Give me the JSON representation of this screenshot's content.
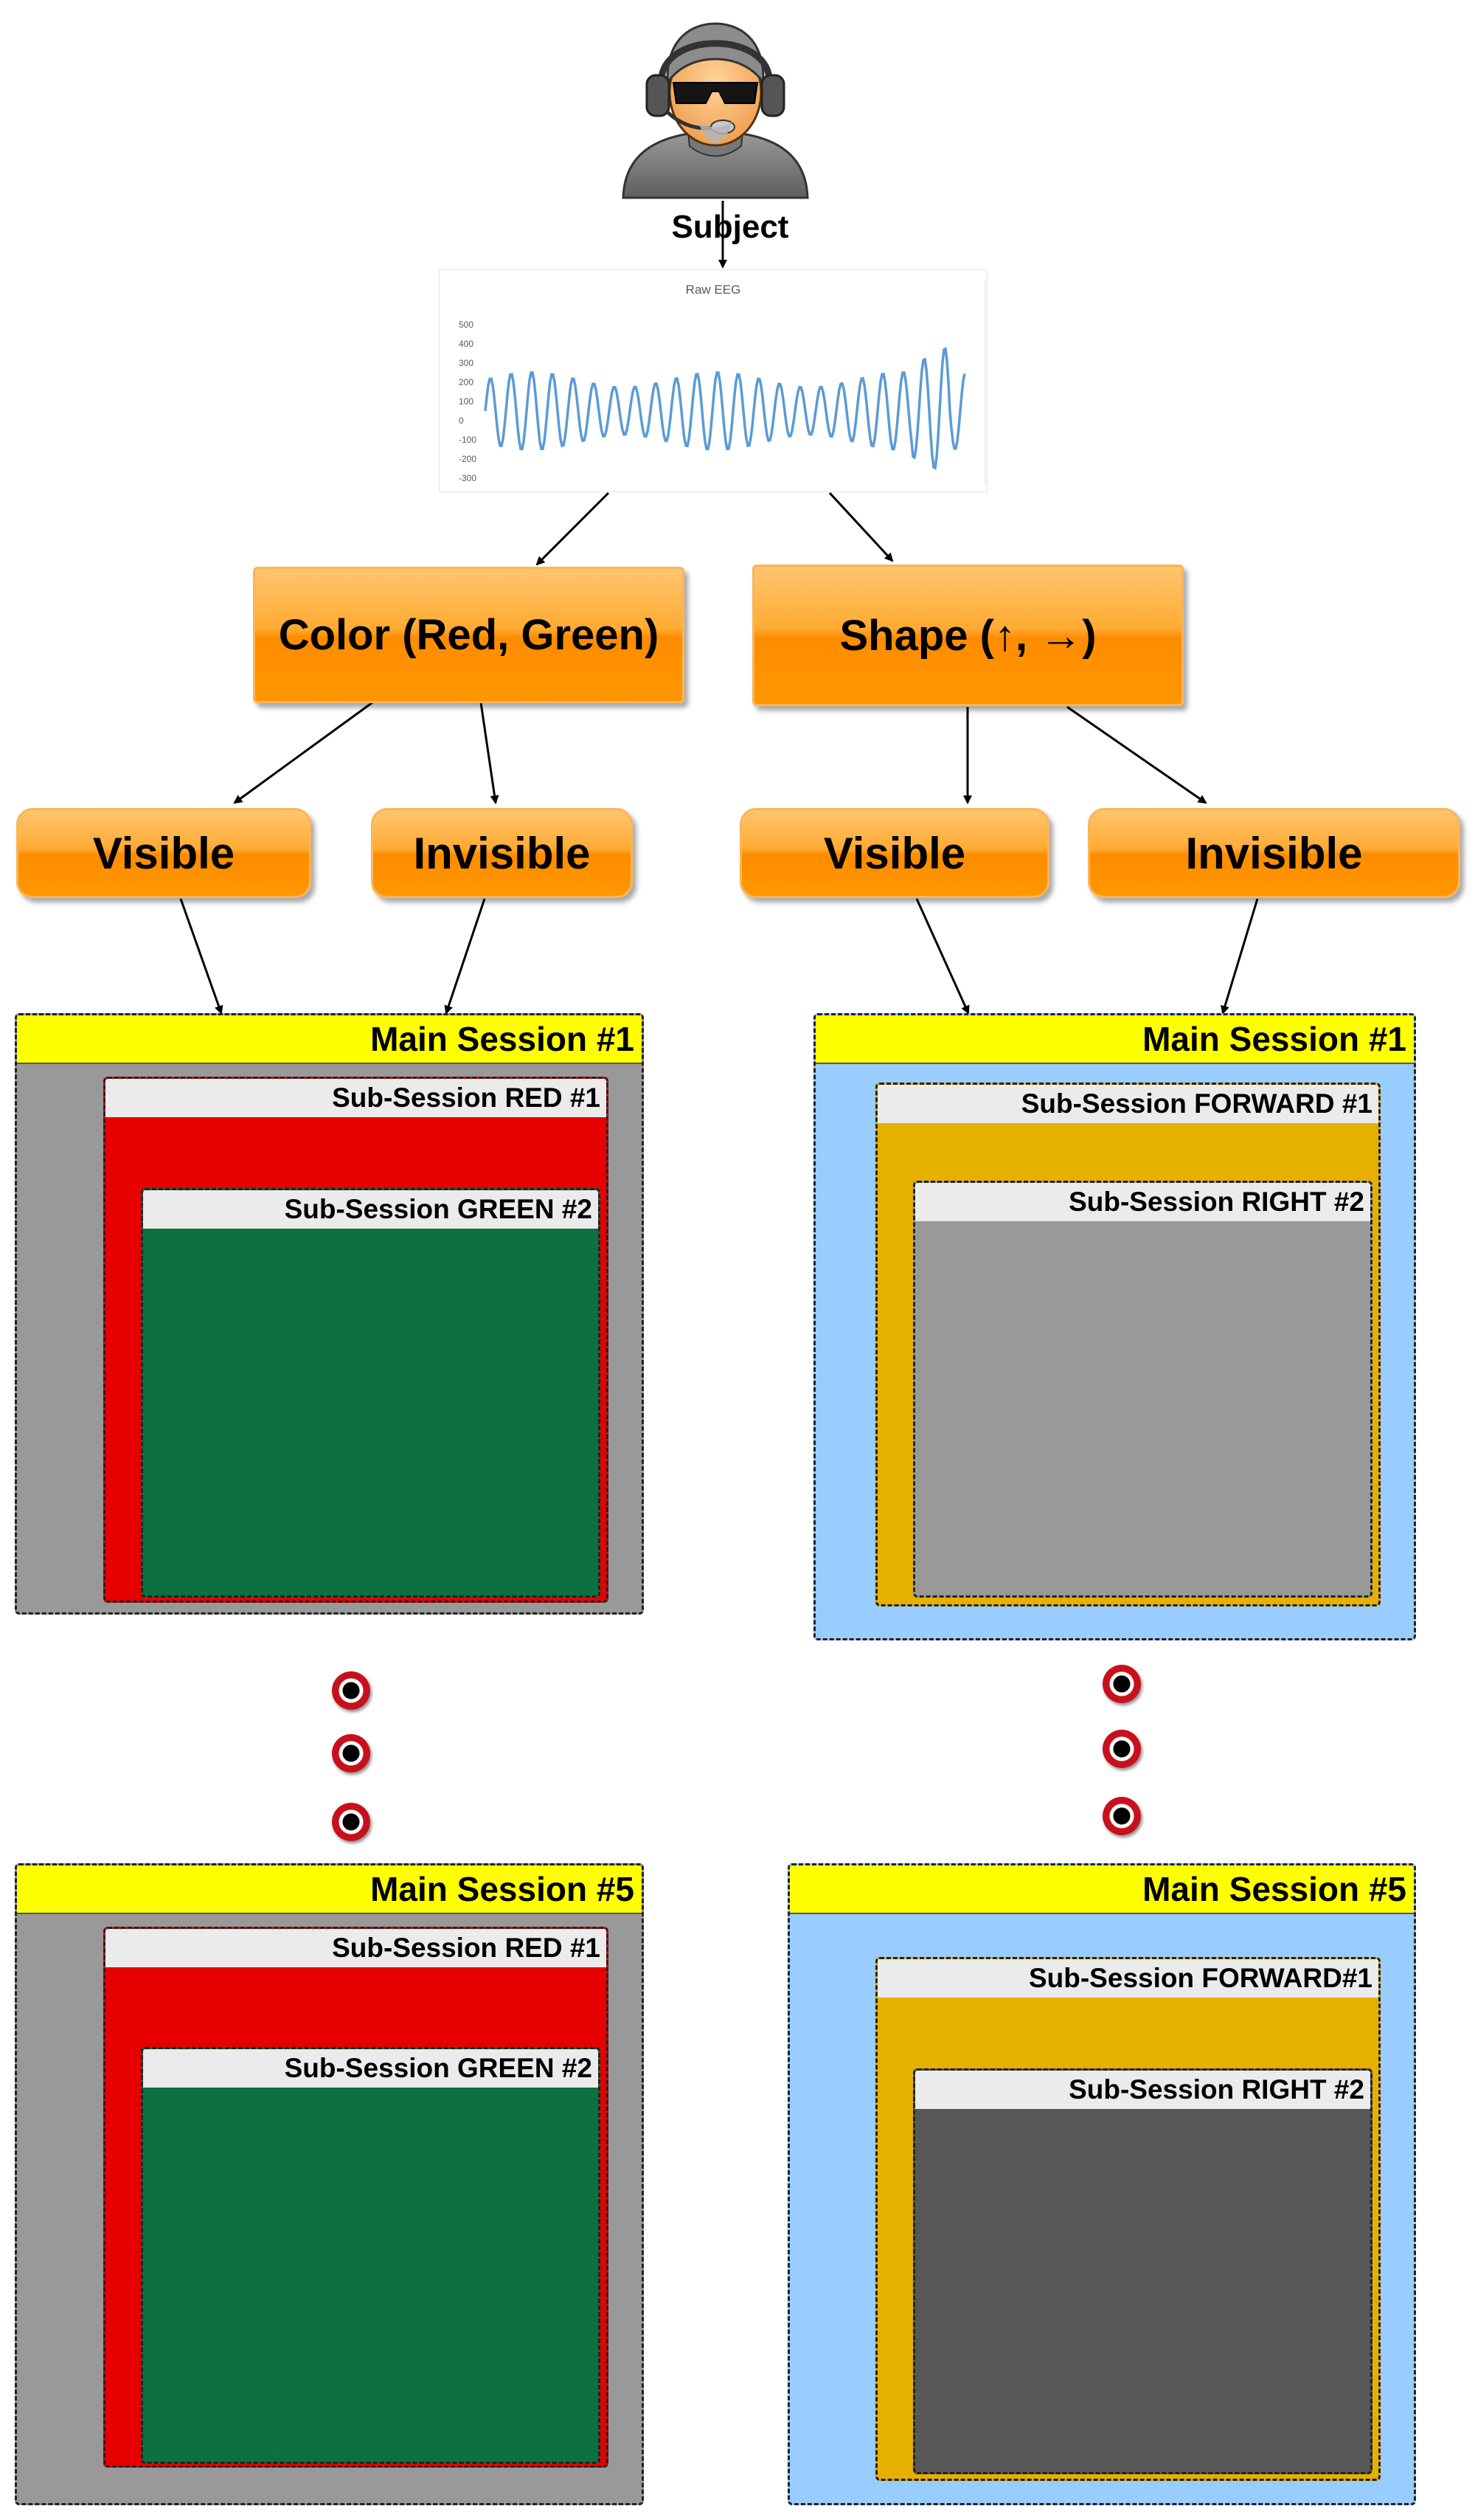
{
  "subject": {
    "label": "Subject"
  },
  "eeg_chart": {
    "title": "Raw EEG",
    "y_ticks": [
      "500",
      "400",
      "300",
      "200",
      "100",
      "0",
      "-100",
      "-200",
      "-300"
    ]
  },
  "categories": {
    "color": {
      "label": "Color (Red, Green)",
      "visible": "Visible",
      "invisible": "Invisible",
      "main_session_1": {
        "title": "Main Session #1",
        "sub1": "Sub-Session RED #1",
        "sub2": "Sub-Session GREEN #2"
      },
      "main_session_5": {
        "title": "Main Session #5",
        "sub1": "Sub-Session RED #1",
        "sub2": "Sub-Session GREEN #2"
      }
    },
    "shape": {
      "label": "Shape (↑, →)",
      "visible": "Visible",
      "invisible": "Invisible",
      "main_session_1": {
        "title": "Main Session #1",
        "sub1": "Sub-Session FORWARD #1",
        "sub2": "Sub-Session RIGHT #2"
      },
      "main_session_5": {
        "title": "Main Session #5",
        "sub1": "Sub-Session FORWARD#1",
        "sub2": "Sub-Session RIGHT #2"
      }
    }
  },
  "colors": {
    "orange": "#ff9900",
    "yellow_header": "#ffff00",
    "gray_bg": "#999999",
    "red": "#e60000",
    "green": "#0c7040",
    "light_blue": "#99ccff",
    "gold": "#e6b000",
    "mid_gray": "#999999",
    "dark_gray": "#575757",
    "eeg_line": "#5b9bd5"
  },
  "icons": {
    "continuation": "ellipsis-dot-icon",
    "subject": "headset-person-icon"
  }
}
